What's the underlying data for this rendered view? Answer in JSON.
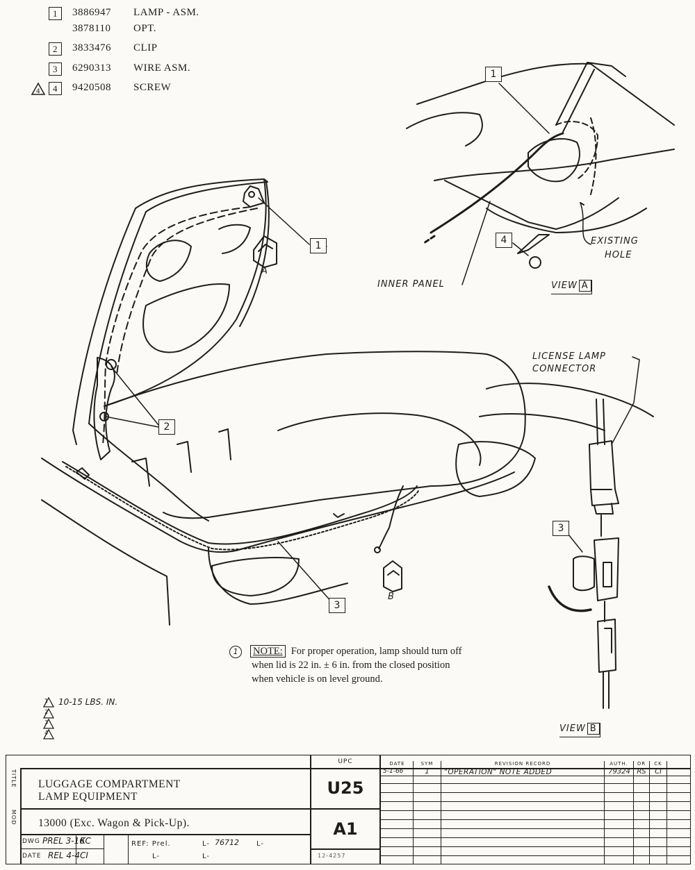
{
  "parts": [
    {
      "key": "1",
      "number": "3886947",
      "desc": "LAMP - ASM.",
      "warn": false
    },
    {
      "key": "",
      "number": "3878110",
      "desc": "OPT.",
      "warn": false
    },
    {
      "key": "2",
      "number": "3833476",
      "desc": "CLIP",
      "warn": false
    },
    {
      "key": "3",
      "number": "6290313",
      "desc": "WIRE ASM.",
      "warn": false
    },
    {
      "key": "4",
      "number": "9420508",
      "desc": "SCREW",
      "warn": true
    }
  ],
  "labels": {
    "callout_1_top": "1",
    "callout_1_main": "1",
    "callout_2": "2",
    "callout_3_main": "3",
    "callout_3_conn": "3",
    "callout_4": "4",
    "marker_a": "A",
    "marker_b": "B",
    "existing_hole_1": "EXISTING",
    "existing_hole_2": "HOLE",
    "inner_panel": "INNER PANEL",
    "license_1": "LICENSE LAMP",
    "license_2": "CONNECTOR",
    "view_word": "VIEW",
    "view_a": "A",
    "view_b": "B"
  },
  "note": {
    "ref": "1",
    "key": "NOTE:",
    "line1": "For proper operation, lamp should turn off",
    "line2": "when lid is 22 in. ± 6 in. from the closed position",
    "line3": "when vehicle is on level ground."
  },
  "torque": {
    "spec": "10-15 LBS. IN.",
    "markers": [
      "1",
      "2",
      "3",
      "4"
    ]
  },
  "title_block": {
    "title_side": "TITLE",
    "mod_side": "MOD",
    "title_line1": "LUGGAGE COMPARTMENT",
    "title_line2": "LAMP EQUIPMENT",
    "mod_text": "13000 (Exc. Wagon & Pick-Up).",
    "dwg_label": "DWG",
    "dwg_value": "PREL 3-16",
    "dwg_init": "KC",
    "date_label": "DATE",
    "date_value": "REL 4-4",
    "date_init": "CI",
    "ref_label": "REF: Prel.",
    "l1": "L-",
    "l1_val": "76712",
    "l2": "L-",
    "l3": "L-",
    "l4": "L-",
    "upc_label": "UPC",
    "upc_code": "U25",
    "group_code": "A1",
    "bottom_stamp": "12-4257",
    "headers": {
      "date": "DATE",
      "sym": "SYM",
      "revision": "REVISION RECORD",
      "auth": "AUTH.",
      "dr": "DR",
      "ck": "CK"
    },
    "revision": {
      "date": "5-1-66",
      "sym": "1",
      "record": "\"OPERATION\" NOTE ADDED",
      "auth": "79324",
      "dr": "RS",
      "ck": "CI"
    }
  }
}
